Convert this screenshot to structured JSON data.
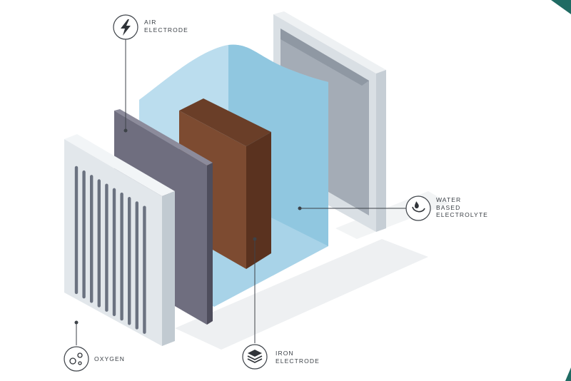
{
  "diagram": {
    "labels": {
      "air_electrode": [
        "AIR",
        "ELECTRODE"
      ],
      "water_electrolyte": [
        "WATER",
        "BASED",
        "ELECTROLYTE"
      ],
      "oxygen": [
        "OXYGEN"
      ],
      "iron_electrode": [
        "IRON",
        "ELECTRODE"
      ]
    },
    "icons": {
      "air_electrode": "lightning-bolt-icon",
      "water_electrolyte": "water-drop-icon",
      "oxygen": "oxygen-bubbles-icon",
      "iron_electrode": "stacked-layers-icon"
    },
    "colors": {
      "outer_frame": "#e3e8ec",
      "outer_frame_side": "#c3ccd3",
      "air_electrode": "#706f80",
      "electrolyte": "#9fcfe6",
      "iron_electrode": "#7a4a31",
      "back_frame": "#dde3e8",
      "shadow": "#eef0f2",
      "corner_accent": "#1f6b63",
      "line": "#3d4248"
    }
  }
}
